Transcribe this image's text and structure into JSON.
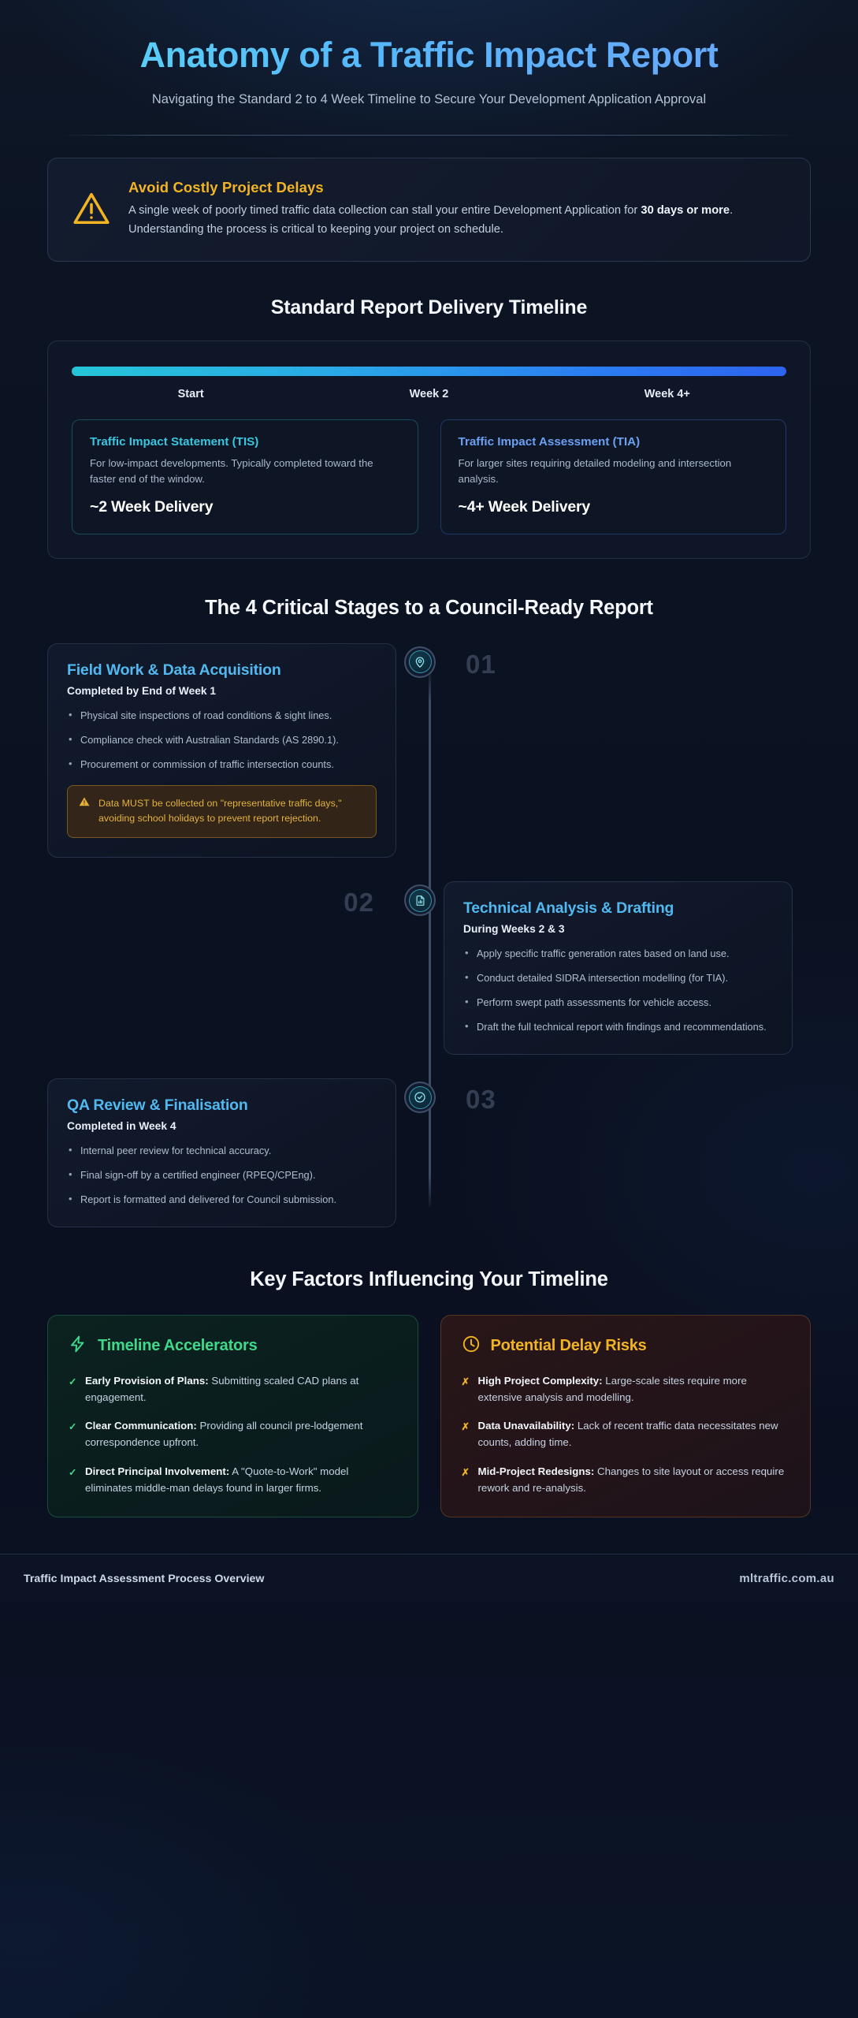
{
  "header": {
    "title": "Anatomy of a Traffic Impact Report",
    "subtitle": "Navigating the Standard 2 to 4 Week Timeline to Secure Your Development Application Approval"
  },
  "alert": {
    "icon": "warning-triangle-icon",
    "title": "Avoid Costly Project Delays",
    "text_before": "A single week of poorly timed traffic data collection can stall your entire Development Application for ",
    "emphasis": "30 days or more",
    "text_after": ". Understanding the process is critical to keeping your project on schedule."
  },
  "timeline": {
    "section_title": "Standard Report Delivery Timeline",
    "labels": [
      "Start",
      "Week 2",
      "Week 4+"
    ],
    "bar_gradient": [
      "#25c5d8",
      "#2d63f0"
    ],
    "cards": [
      {
        "title": "Traffic Impact Statement (TIS)",
        "desc": "For low-impact developments. Typically completed toward the faster end of the window.",
        "delivery": "~2 Week Delivery",
        "accent": "#39c6de"
      },
      {
        "title": "Traffic Impact Assessment (TIA)",
        "desc": "For larger sites requiring detailed modeling and intersection analysis.",
        "delivery": "~4+ Week Delivery",
        "accent": "#6ba0f3"
      }
    ]
  },
  "stages": {
    "section_title": "The 4 Critical Stages to a Council-Ready Report",
    "items": [
      {
        "number": "01",
        "icon": "map-pin-icon",
        "title": "Field Work & Data Acquisition",
        "when": "Completed by End of Week 1",
        "bullets": [
          "Physical site inspections of road conditions & sight lines.",
          "Compliance check with Australian Standards (AS 2890.1).",
          "Procurement or commission of traffic intersection counts."
        ],
        "warning": {
          "icon": "warning-triangle-icon",
          "text": "Data MUST be collected on \"representative traffic days,\" avoiding school holidays to prevent report rejection."
        }
      },
      {
        "number": "02",
        "icon": "document-chart-icon",
        "title": "Technical Analysis & Drafting",
        "when": "During Weeks 2 & 3",
        "bullets": [
          "Apply specific traffic generation rates based on land use.",
          "Conduct detailed SIDRA intersection modelling (for TIA).",
          "Perform swept path assessments for vehicle access.",
          "Draft the full technical report with findings and recommendations."
        ],
        "warning": null
      },
      {
        "number": "03",
        "icon": "check-circle-icon",
        "title": "QA Review & Finalisation",
        "when": "Completed in Week 4",
        "bullets": [
          "Internal peer review for technical accuracy.",
          "Final sign-off by a certified engineer (RPEQ/CPEng).",
          "Report is formatted and delivered for Council submission."
        ],
        "warning": null
      }
    ]
  },
  "factors": {
    "section_title": "Key Factors Influencing Your Timeline",
    "accelerators": {
      "icon": "lightning-bolt-icon",
      "title": "Timeline Accelerators",
      "marker": "✓",
      "color": "#3fd98b",
      "items": [
        {
          "label": "Early Provision of Plans:",
          "text": " Submitting scaled CAD plans at engagement."
        },
        {
          "label": "Clear Communication:",
          "text": " Providing all council pre-lodgement correspondence upfront."
        },
        {
          "label": "Direct Principal Involvement:",
          "text": " A \"Quote-to-Work\" model eliminates middle-man delays found in larger firms."
        }
      ]
    },
    "risks": {
      "icon": "clock-icon",
      "title": "Potential Delay Risks",
      "marker": "✗",
      "color": "#f2b423",
      "items": [
        {
          "label": "High Project Complexity:",
          "text": " Large-scale sites require more extensive analysis and modelling."
        },
        {
          "label": "Data Unavailability:",
          "text": " Lack of recent traffic data necessitates new counts, adding time."
        },
        {
          "label": "Mid-Project Redesigns:",
          "text": " Changes to site layout or access require rework and re-analysis."
        }
      ]
    }
  },
  "footer": {
    "left": "Traffic Impact Assessment Process Overview",
    "right": "mltraffic.com.au"
  }
}
